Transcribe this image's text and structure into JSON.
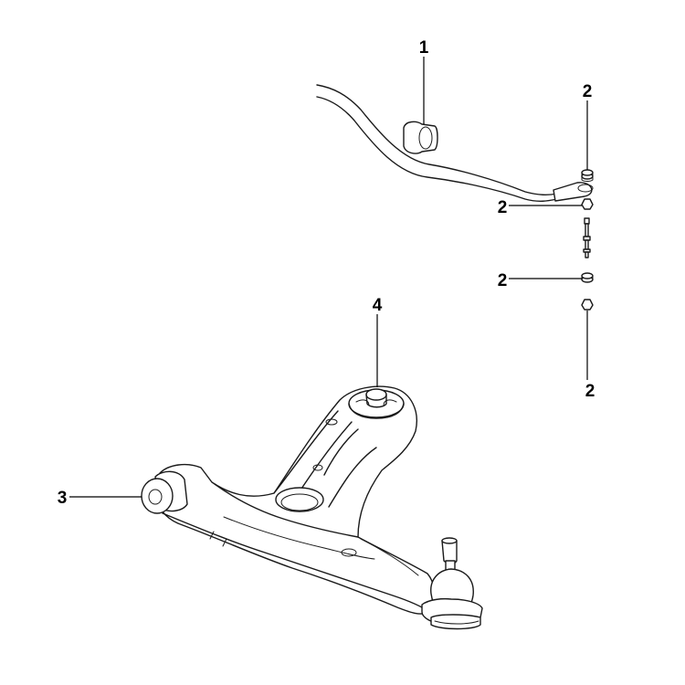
{
  "callouts": [
    {
      "id": "c1",
      "label": "1"
    },
    {
      "id": "c2a",
      "label": "2"
    },
    {
      "id": "c2b",
      "label": "2"
    },
    {
      "id": "c2c",
      "label": "2"
    },
    {
      "id": "c2d",
      "label": "2"
    },
    {
      "id": "c3",
      "label": "3"
    },
    {
      "id": "c4",
      "label": "4"
    }
  ]
}
